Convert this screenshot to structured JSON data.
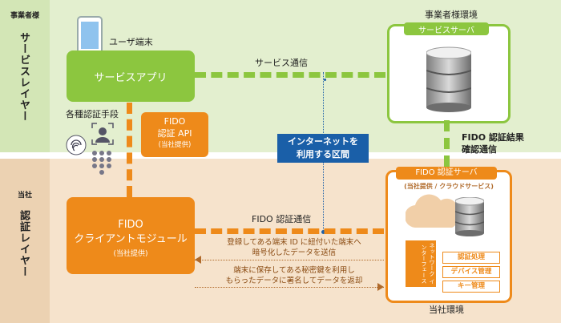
{
  "layers": {
    "service": {
      "small": "事業者様",
      "name": "サービスレイヤー"
    },
    "auth": {
      "small": "当社",
      "name": "認証レイヤー"
    }
  },
  "user_device": {
    "label": "ユーザ端末"
  },
  "service_app": {
    "label": "サービスアプリ"
  },
  "service_comm": {
    "label": "サービス通信"
  },
  "operator_env": {
    "label": "事業者様環境"
  },
  "service_server": {
    "label": "サービスサーバ"
  },
  "auth_methods": {
    "label": "各種認証手段"
  },
  "fido_api": {
    "line1": "FIDO",
    "line2": "認証 API",
    "line3": "(当社提供)"
  },
  "internet_box": {
    "line1": "インターネットを",
    "line2": "利用する区間"
  },
  "fido_result": {
    "line1": "FIDO 認証結果",
    "line2": "確認通信"
  },
  "fido_client": {
    "line1": "FIDO",
    "line2": "クライアントモジュール",
    "line3": "(当社提供)"
  },
  "fido_comm": {
    "label": "FIDO 認証通信"
  },
  "fido_server": {
    "label": "FIDO 認証サーバ",
    "sub": "(当社提供 / クラウドサービス)"
  },
  "network_interface": {
    "label": "ネットワーク インターフェース"
  },
  "server_functions": [
    "認証処理",
    "デバイス管理",
    "キー管理"
  ],
  "company_env": {
    "label": "当社環境"
  },
  "messages": {
    "msg1_line1": "登録してある端末 ID に紐付いた端末へ",
    "msg1_line2": "暗号化したデータを送信",
    "msg2_line1": "端末に保存してある秘密鍵を利用し",
    "msg2_line2": "もらったデータに署名してデータを返却"
  },
  "colors": {
    "green": "#8cc63f",
    "orange": "#ee8a1a",
    "blue": "#1a5fa8"
  }
}
